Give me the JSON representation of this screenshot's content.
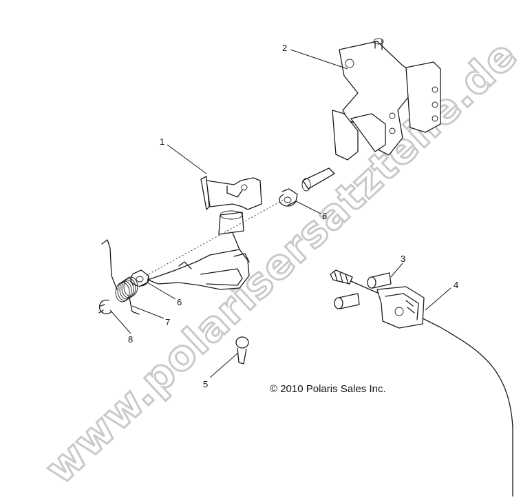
{
  "diagram": {
    "callouts": [
      "1",
      "2",
      "3",
      "4",
      "5",
      "6",
      "6",
      "7",
      "8"
    ],
    "copyright": "© 2010 Polaris Sales Inc.",
    "watermark": "www.polarisersatzteile.de"
  }
}
